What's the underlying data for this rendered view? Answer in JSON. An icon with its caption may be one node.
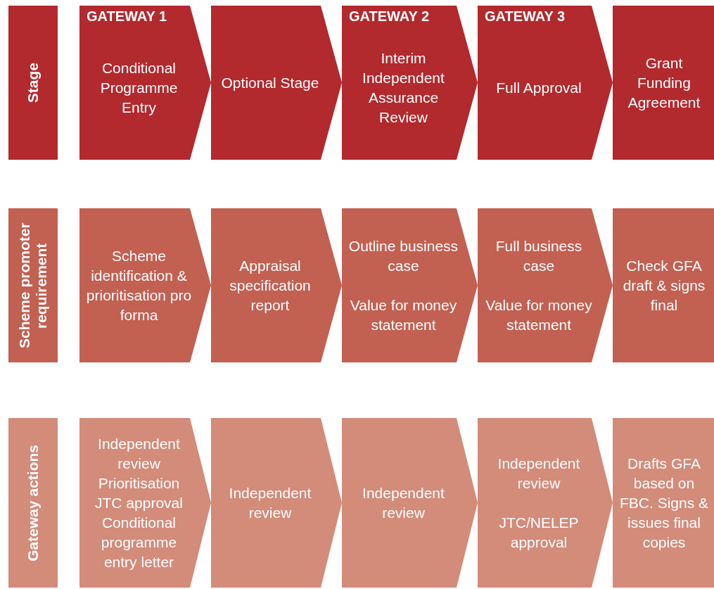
{
  "diagram": {
    "nodes": [
      {
        "text": [
          "Stage"
        ]
      },
      {
        "text": [
          "GATEWAY 1",
          "Conditional Programme Entry"
        ]
      },
      {
        "text": [
          "Optional Stage"
        ]
      },
      {
        "text": [
          "GATEWAY 2",
          "Interim Independent Assurance Review"
        ]
      },
      {
        "text": [
          "GATEWAY 3",
          "Full Approval"
        ]
      },
      {
        "text": [
          "Grant Funding Agreement"
        ]
      },
      {
        "text": [
          "Scheme promoter requirement"
        ]
      },
      {
        "text": [
          "Scheme identification & prioritisation pro forma"
        ]
      },
      {
        "text": [
          "Appraisal specification report"
        ]
      },
      {
        "text": [
          "Outline business case",
          "Value for money statement"
        ]
      },
      {
        "text": [
          "Full business case",
          "Value for money statement"
        ]
      },
      {
        "text": [
          "Check GFA draft & signs final"
        ]
      },
      {
        "text": [
          "Gateway actions"
        ]
      },
      {
        "text": [
          "Independent review",
          "Prioritisation",
          "JTC approval",
          "Conditional programme entry letter"
        ]
      },
      {
        "text": [
          "Independent review"
        ]
      },
      {
        "text": [
          "Independent review"
        ]
      },
      {
        "text": [
          "Independent review",
          "JTC/NELEP approval"
        ]
      },
      {
        "text": [
          "Drafts GFA based on FBC. Signs & issues final copies"
        ]
      }
    ],
    "edges": []
  }
}
